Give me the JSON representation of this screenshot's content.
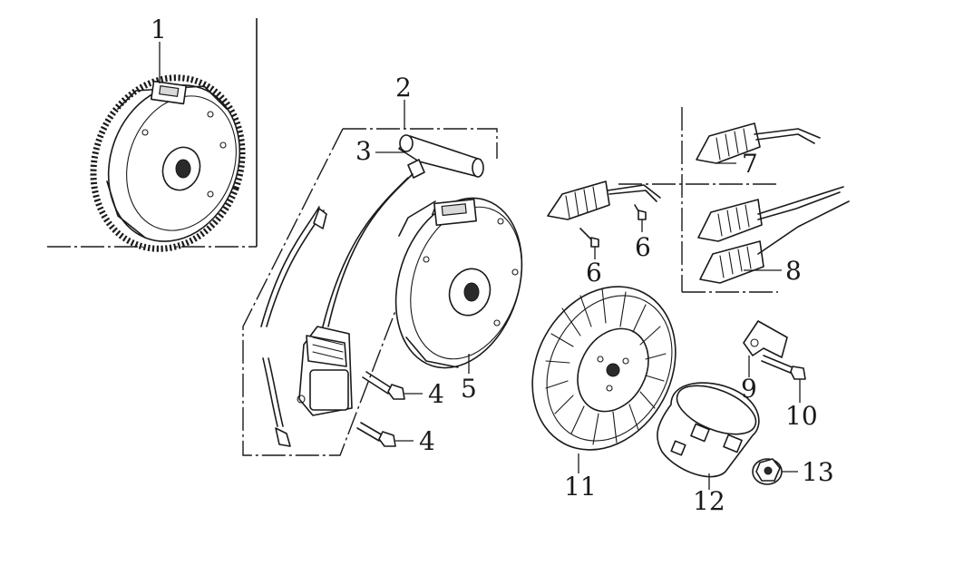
{
  "diagram": {
    "style": "exploded parts diagram",
    "line_color": "#1a1a1a",
    "background": "#ffffff",
    "callouts": [
      {
        "id": "1",
        "part": "flywheel-ring-gear"
      },
      {
        "id": "2",
        "part": "ignition-group-frame"
      },
      {
        "id": "3",
        "part": "spark-plug-cap"
      },
      {
        "id": "4",
        "part": "bolt-upper"
      },
      {
        "id": "4",
        "part": "bolt-lower"
      },
      {
        "id": "5",
        "part": "flywheel"
      },
      {
        "id": "6",
        "part": "screw-left"
      },
      {
        "id": "6",
        "part": "screw-right"
      },
      {
        "id": "7",
        "part": "charging-coil-upper"
      },
      {
        "id": "8",
        "part": "charging-coil-lower"
      },
      {
        "id": "9",
        "part": "bracket"
      },
      {
        "id": "10",
        "part": "bolt-bracket"
      },
      {
        "id": "11",
        "part": "cooling-fan"
      },
      {
        "id": "12",
        "part": "starter-cup"
      },
      {
        "id": "13",
        "part": "flange-nut"
      }
    ]
  }
}
